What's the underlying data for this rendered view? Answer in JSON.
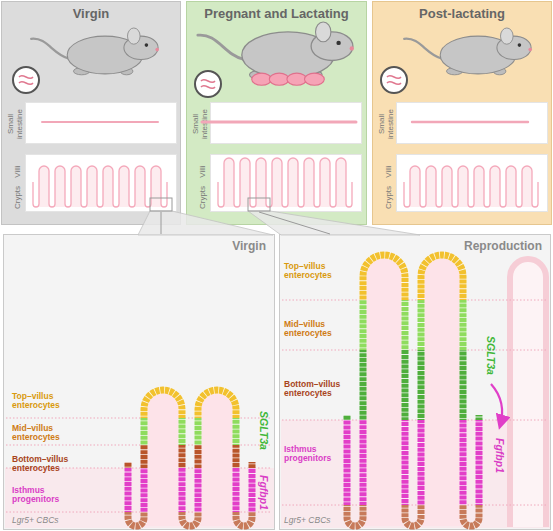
{
  "diagram": {
    "nodes": [
      {
        "text": [
          "Virgin"
        ]
      },
      {
        "text": [
          "Pregnant and Lactating"
        ]
      },
      {
        "text": [
          "Post-lactating"
        ]
      },
      {
        "text": [
          "Small intestine"
        ],
        "in": 0
      },
      {
        "text": [
          "Villi",
          "Crypts"
        ],
        "in": 0
      },
      {
        "text": [
          "Small intestine"
        ],
        "in": 1
      },
      {
        "text": [
          "Villi",
          "Crypts"
        ],
        "in": 1
      },
      {
        "text": [
          "Small intestine"
        ],
        "in": 2
      },
      {
        "text": [
          "Villi",
          "Crypts"
        ],
        "in": 2
      },
      {
        "text": [
          "Virgin"
        ]
      },
      {
        "text": [
          "Reproduction"
        ]
      }
    ],
    "edges": [
      {
        "from": 4,
        "to": 9,
        "arrow": "none"
      },
      {
        "from": 6,
        "to": 10,
        "arrow": "none"
      }
    ],
    "labels": [
      "Top–villus enterocytes",
      "Mid–villus enterocytes",
      "Bottom–villus enterocytes",
      "Isthmus progenitors",
      "Lgr5+ CBCs",
      "SGLT3a",
      "Fgfbp1",
      "Top–villus enterocytes",
      "Mid–villus enterocytes",
      "Bottom–villus enterocytes",
      "Isthmus progenitors",
      "Lgr5+ CBCs",
      "SGLT3a",
      "Fgfbp1"
    ]
  }
}
